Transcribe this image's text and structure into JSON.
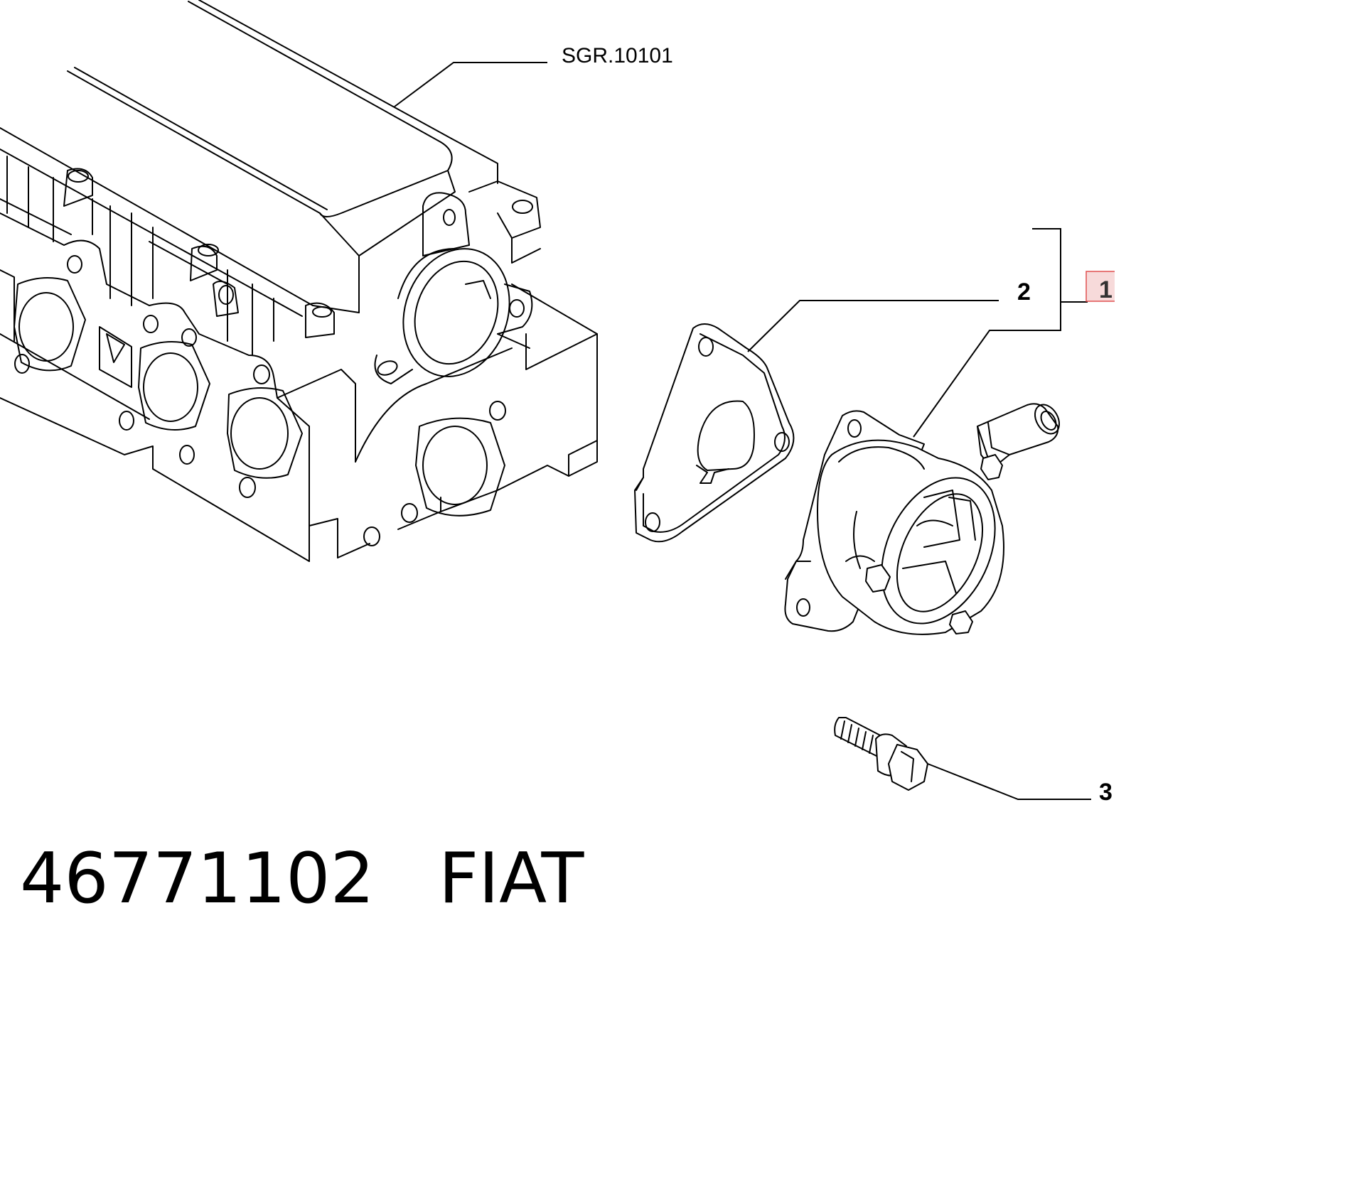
{
  "reference_label": "SGR.10101",
  "callouts": {
    "item_1": "1",
    "item_2": "2",
    "item_3": "3"
  },
  "caption": {
    "part_number": "46771102",
    "brand": "FIAT"
  },
  "colors": {
    "line": "#000000",
    "highlight_fill": "#f7dada",
    "highlight_border": "#e05050"
  }
}
